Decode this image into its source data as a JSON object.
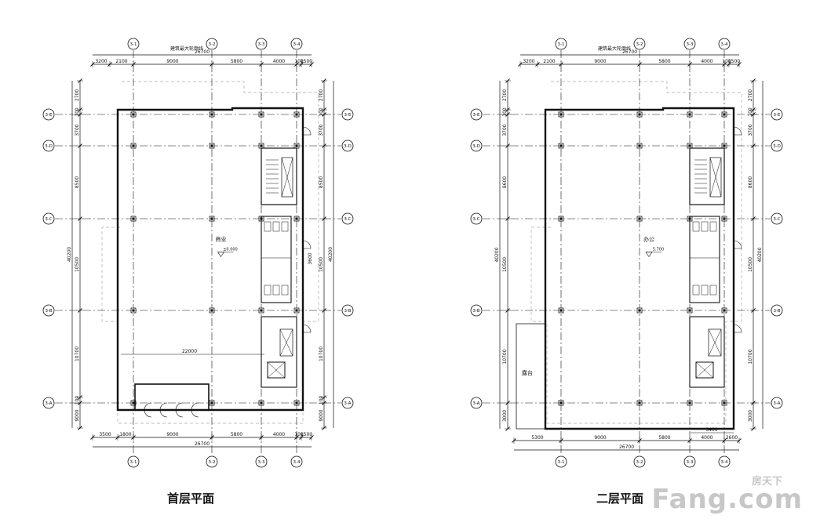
{
  "plans": [
    {
      "id": "floor1",
      "title": "首层平面",
      "outline_label": "建筑最大轮廓线",
      "room_label": "商业",
      "elevation": "±0.000",
      "top_dims": [
        "3200",
        "2100",
        "9000",
        "5800",
        "4000",
        "100",
        "1500"
      ],
      "top_total": "26700",
      "bottom_dims": [
        "3500",
        "1800",
        "9000",
        "5800",
        "4000",
        "100",
        "1500"
      ],
      "bottom_total": "26700",
      "left_dims": [
        "2700",
        "100",
        "3700",
        "8500",
        "10500",
        "10700",
        "100",
        "9000"
      ],
      "left_total": "40200",
      "right_dims": [
        "2700",
        "100",
        "3700",
        "8500",
        "10500",
        "10700",
        "100",
        "9000"
      ],
      "right_total": "40200",
      "right_sub": "3600",
      "inner_dim": "22000",
      "col_axes": [
        "3-1",
        "3-2",
        "3-3",
        "3-4"
      ],
      "row_axes": [
        "3-E",
        "3-D",
        "3-C",
        "3-B",
        "3-A"
      ]
    },
    {
      "id": "floor2",
      "title": "二层平面",
      "outline_label": "建筑最大轮廓线",
      "room_label": "办公",
      "elevation": "5.700",
      "terrace_label": "露台",
      "top_dims": [
        "3200",
        "2100",
        "9000",
        "5800",
        "4000",
        "100",
        "1500"
      ],
      "top_total": "26700",
      "bottom_dims": [
        "5300",
        "9000",
        "5800",
        "4000",
        "2600"
      ],
      "bottom_total": "26700",
      "bottom_sub": "5400",
      "left_dims": [
        "2700",
        "100",
        "3700",
        "8600",
        "10500",
        "10700",
        "3000"
      ],
      "left_total": "40200",
      "right_dims": [
        "2700",
        "100",
        "3700",
        "8600",
        "10500",
        "10700",
        "3000"
      ],
      "right_total": "40200",
      "col_axes": [
        "3-1",
        "3-2",
        "3-3",
        "3-4"
      ],
      "row_axes": [
        "3-E",
        "3-D",
        "3-C",
        "3-B",
        "3-A"
      ]
    }
  ],
  "watermark": {
    "big": "Fang.com",
    "small": "房天下"
  }
}
